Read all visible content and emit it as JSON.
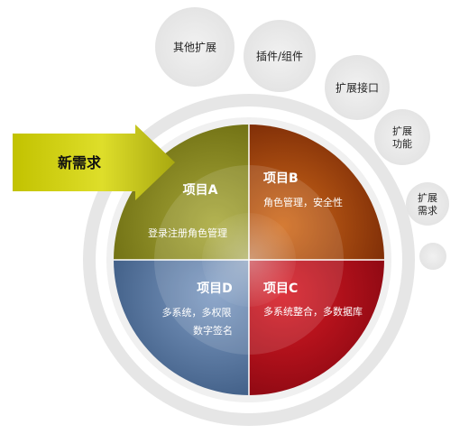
{
  "new_requirement": {
    "label": "新需求"
  },
  "quadrants": [
    {
      "title": "项目A",
      "desc": [
        "登录注册角色管理"
      ],
      "color": "#8a8a1c"
    },
    {
      "title": "项目B",
      "desc": [
        "角色管理，安全性"
      ],
      "color": "#9a3a08"
    },
    {
      "title": "项目D",
      "desc": [
        "多系统，多权限",
        "数字签名"
      ],
      "color": "#4f6f98"
    },
    {
      "title": "项目C",
      "desc": [
        "多系统整合，多数据库"
      ],
      "color": "#a3101c"
    }
  ],
  "extensions": [
    {
      "lines": [
        "其他扩展"
      ]
    },
    {
      "lines": [
        "插件/组件"
      ]
    },
    {
      "lines": [
        "扩展接口"
      ]
    },
    {
      "lines": [
        "扩展",
        "功能"
      ]
    },
    {
      "lines": [
        "扩展",
        "需求"
      ]
    },
    {
      "lines": []
    }
  ]
}
